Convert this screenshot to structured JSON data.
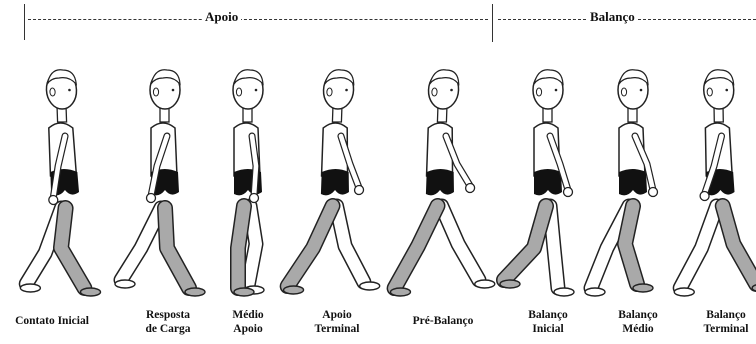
{
  "phases": {
    "stance": "Apoio",
    "swing": "Balanço"
  },
  "figures": [
    {
      "lines": [
        "Contato Inicial"
      ],
      "pose": "initial-contact"
    },
    {
      "lines": [
        "Resposta",
        "de Carga"
      ],
      "pose": "loading-response"
    },
    {
      "lines": [
        "Médio",
        "Apoio"
      ],
      "pose": "mid-stance"
    },
    {
      "lines": [
        "Apoio",
        "Terminal"
      ],
      "pose": "terminal-stance"
    },
    {
      "lines": [
        "Pré-Balanço"
      ],
      "pose": "pre-swing"
    },
    {
      "lines": [
        "Balanço",
        "Inicial"
      ],
      "pose": "initial-swing"
    },
    {
      "lines": [
        "Balanço",
        "Médio"
      ],
      "pose": "mid-swing"
    },
    {
      "lines": [
        "Balanço",
        "Terminal"
      ],
      "pose": "terminal-swing"
    }
  ],
  "colors": {
    "highlighted_leg": "#a9a9a9",
    "outline": "#222222",
    "shorts": "#111111"
  }
}
